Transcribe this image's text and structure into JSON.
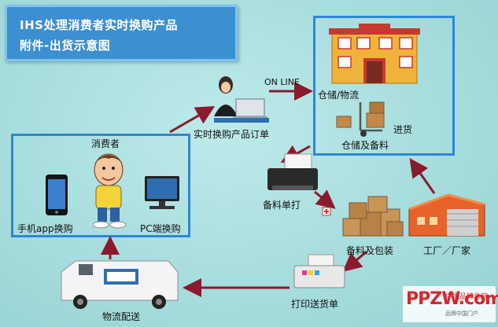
{
  "title": {
    "line1": "IHS处理消费者实时换购产品",
    "line2": "附件-出货示意图"
  },
  "labels": {
    "online": "ON LINE",
    "warehouse_logistics": "仓储/物流",
    "inbound": "进货",
    "warehouse_prep": "仓储及备料",
    "realtime_order": "实时换购产品订单",
    "consumer": "消费者",
    "mobile_app": "手机app换购",
    "pc": "PC端换购",
    "prep_print": "备料单打",
    "prep_pack": "备料及包装",
    "factory": "工厂／厂家",
    "print_slip": "打印送货单",
    "logistics": "物流配送"
  },
  "watermark": {
    "logo": "PPZW.com",
    "line1": "中国品牌总网",
    "line2": "品牌中国门户"
  },
  "colors": {
    "background": "#aedfe0",
    "title_bg": "#3c8fd0",
    "frame": "#2e86d6",
    "arrow": "#8b1a2e"
  }
}
